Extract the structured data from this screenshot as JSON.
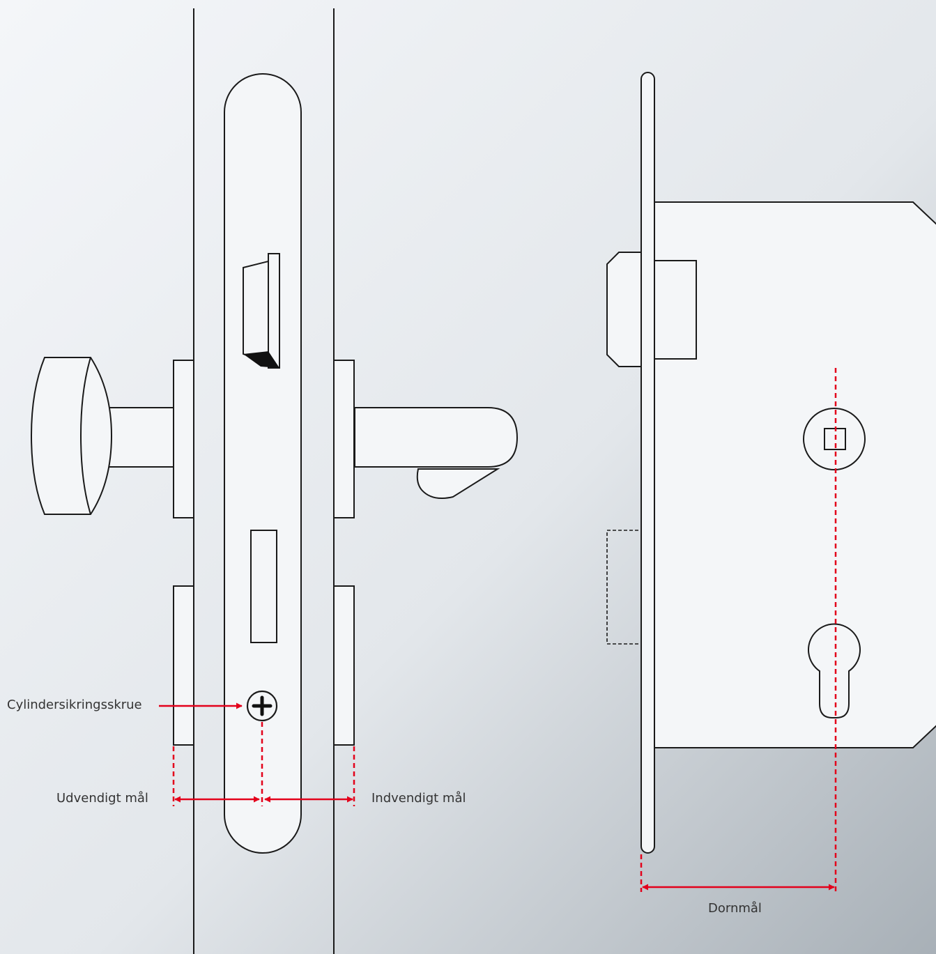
{
  "labels": {
    "cylinder_screw": "Cylindersikringsskrue",
    "outside_measure": "Udvendigt mål",
    "inside_measure": "Indvendigt mål",
    "backset": "Dornmål"
  },
  "colors": {
    "background_light": "#f3f5f8",
    "background_dark": "#a9b1b8",
    "line": "#1a1a1a",
    "part_fill": "#f4f6f8",
    "dimension": "#e3001b"
  }
}
